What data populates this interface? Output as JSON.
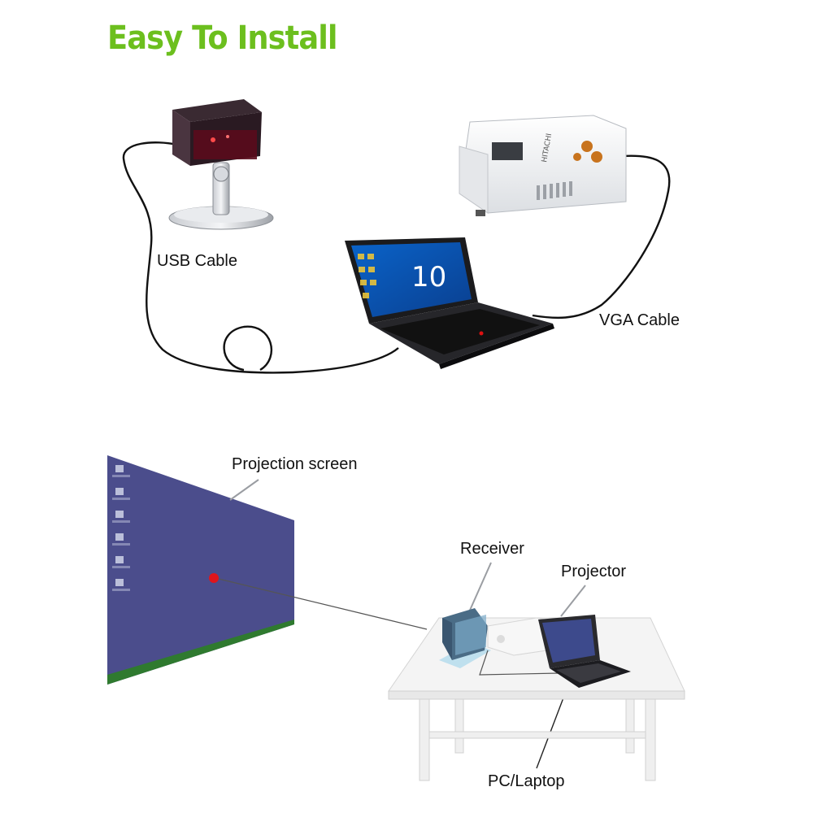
{
  "title": {
    "text": "Easy To Install",
    "color": "#6cbf1e"
  },
  "top_diagram": {
    "laptop_screen_text": "10",
    "labels": {
      "usb_cable": "USB Cable",
      "vga_cable": "VGA Cable"
    },
    "projector_brand": "HITACHI"
  },
  "bottom_diagram": {
    "labels": {
      "projection_screen": "Projection screen",
      "receiver": "Receiver",
      "projector": "Projector",
      "pc_laptop": "PC/Laptop"
    },
    "screen_color": "#4b4d8c",
    "laser_dot_color": "#e0151c"
  },
  "icons": [
    "receiver-sensor-icon",
    "projector-icon",
    "laptop-icon",
    "table-icon",
    "projection-screen-icon"
  ]
}
